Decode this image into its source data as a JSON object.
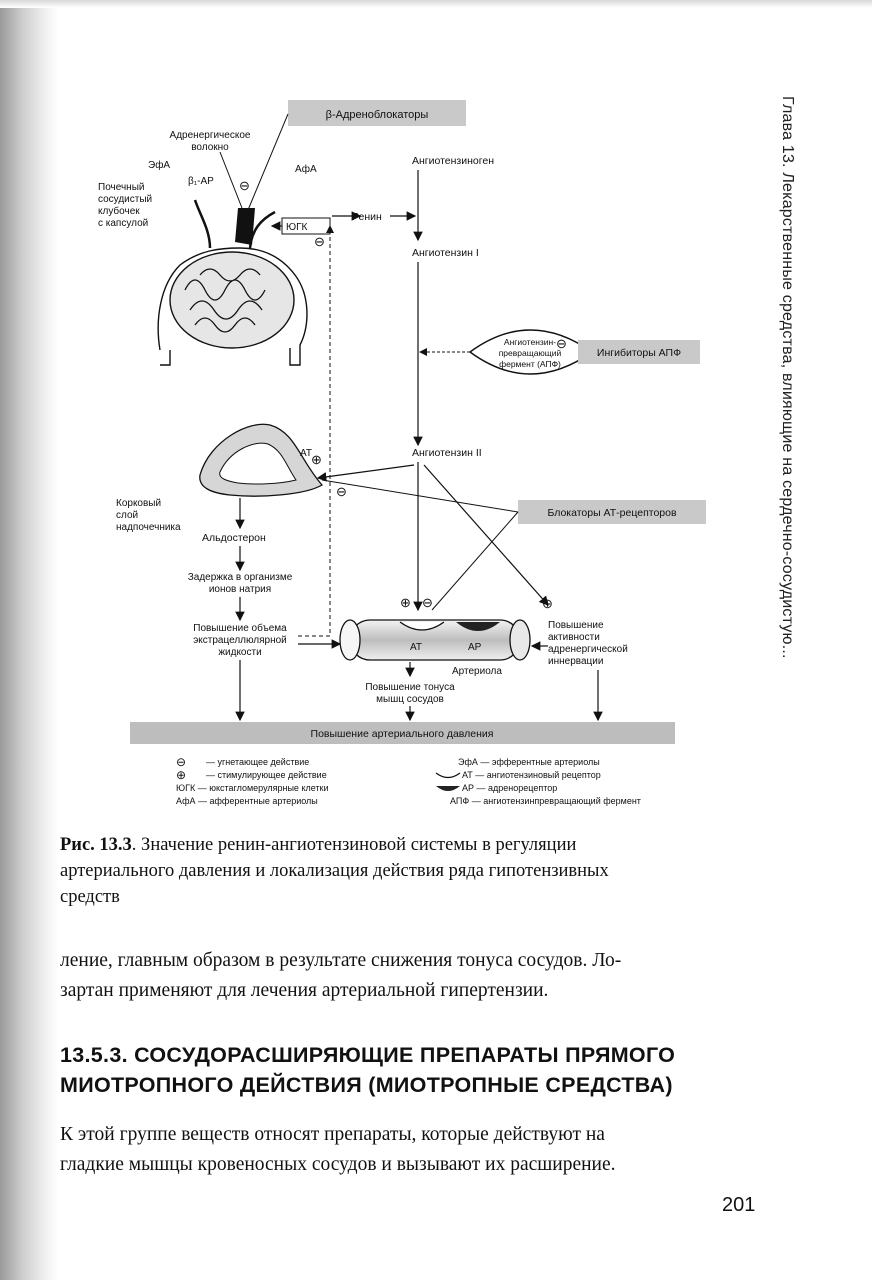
{
  "running_head": "Глава 13. Лекарственные средства, влияющие на сердечно-сосудистую...",
  "figure": {
    "beta_blockers": "β-Адреноблокаторы",
    "adrenergic_fiber": [
      "Адренергическое",
      "волокно"
    ],
    "efa": "ЭфА",
    "afa": "АфА",
    "b1_ar": "β₁-АР",
    "glomerulus": [
      "Почечный",
      "сосудистый",
      "клубочек",
      "с капсулой"
    ],
    "yugk": "ЮГК",
    "angiotensinogen": "Ангиотензиноген",
    "renin": "Ренин",
    "angiotensin1": "Ангиотензин I",
    "ace_enzyme": [
      "Ангиотензин-",
      "превращающий",
      "фермент (АПФ)"
    ],
    "ace_inhibitors": "Ингибиторы АПФ",
    "at": "АТ",
    "angiotensin2": "Ангиотензин II",
    "cortex": [
      "Корковый",
      "слой",
      "надпочечника"
    ],
    "aldosterone": "Альдостерон",
    "at_blockers": "Блокаторы АТ-рецепторов",
    "sodium_retention": [
      "Задержка в организме",
      "ионов натрия"
    ],
    "volume_increase": [
      "Повышение объема",
      "экстрацеллюлярной",
      "жидкости"
    ],
    "arteriole": "Артериола",
    "at_receptor_label": "АТ",
    "ar_receptor_label": "АР",
    "tone_increase": [
      "Повышение тонуса",
      "мышц сосудов"
    ],
    "adrenergic_activity": [
      "Повышение",
      "активности",
      "адренергической",
      "иннервации"
    ],
    "bp_increase": "Повышение артериального давления",
    "legend": {
      "inhibit": "— угнетающее действие",
      "stimulate": "— стимулирующее действие",
      "yugk": "ЮГК — юкстагломерулярные клетки",
      "afa": "АфА — афферентные артериолы",
      "efa": "ЭфА — эфферентные артериолы",
      "at": "АТ — ангиотензиновый рецептор",
      "ar": "АР — адренорецептор",
      "apf": "АПФ — ангиотензинпревращающий фермент"
    }
  },
  "caption": {
    "label": "Рис. 13.3",
    "lines": [
      ". Значение ренин-ангиотензиновой системы в регуляции",
      "артериального давления и локализация действия ряда гипотензивных",
      "средств"
    ]
  },
  "paragraph1": [
    "ление, главным образом в результате снижения тонуса сосудов. Ло-",
    "зартан применяют для лечения артериальной гипертензии."
  ],
  "section_heading": [
    "13.5.3. СОСУДОРАСШИРЯЮЩИЕ ПРЕПАРАТЫ ПРЯМОГО",
    "МИОТРОПНОГО ДЕЙСТВИЯ (МИОТРОПНЫЕ СРЕДСТВА)"
  ],
  "paragraph2": [
    "К этой группе веществ относят препараты, которые действуют на",
    "гладкие мышцы кровеносных сосудов и вызывают их расширение."
  ],
  "page_number": "201"
}
